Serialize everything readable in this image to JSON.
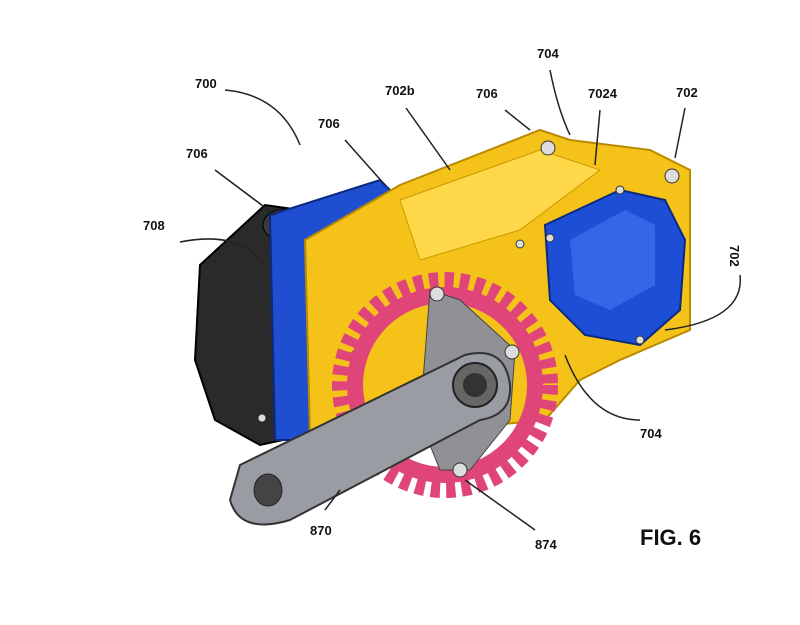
{
  "figure": {
    "title": "FIG. 6",
    "labels": {
      "l700": "700",
      "l706a": "706",
      "l708": "708",
      "l706b": "706",
      "l702b": "702b",
      "l706c": "706",
      "l704a": "704",
      "l7024": "7024",
      "l702a": "702",
      "l702c": "702",
      "l704b": "704",
      "l870": "870",
      "l874": "874"
    },
    "colors": {
      "housing": "#2a2a2a",
      "band": "#1f4fd0",
      "body": "#f5c21a",
      "cover": "#1d4fd6",
      "chainring": "#e0457a",
      "crank": "#9a9ca3"
    }
  }
}
